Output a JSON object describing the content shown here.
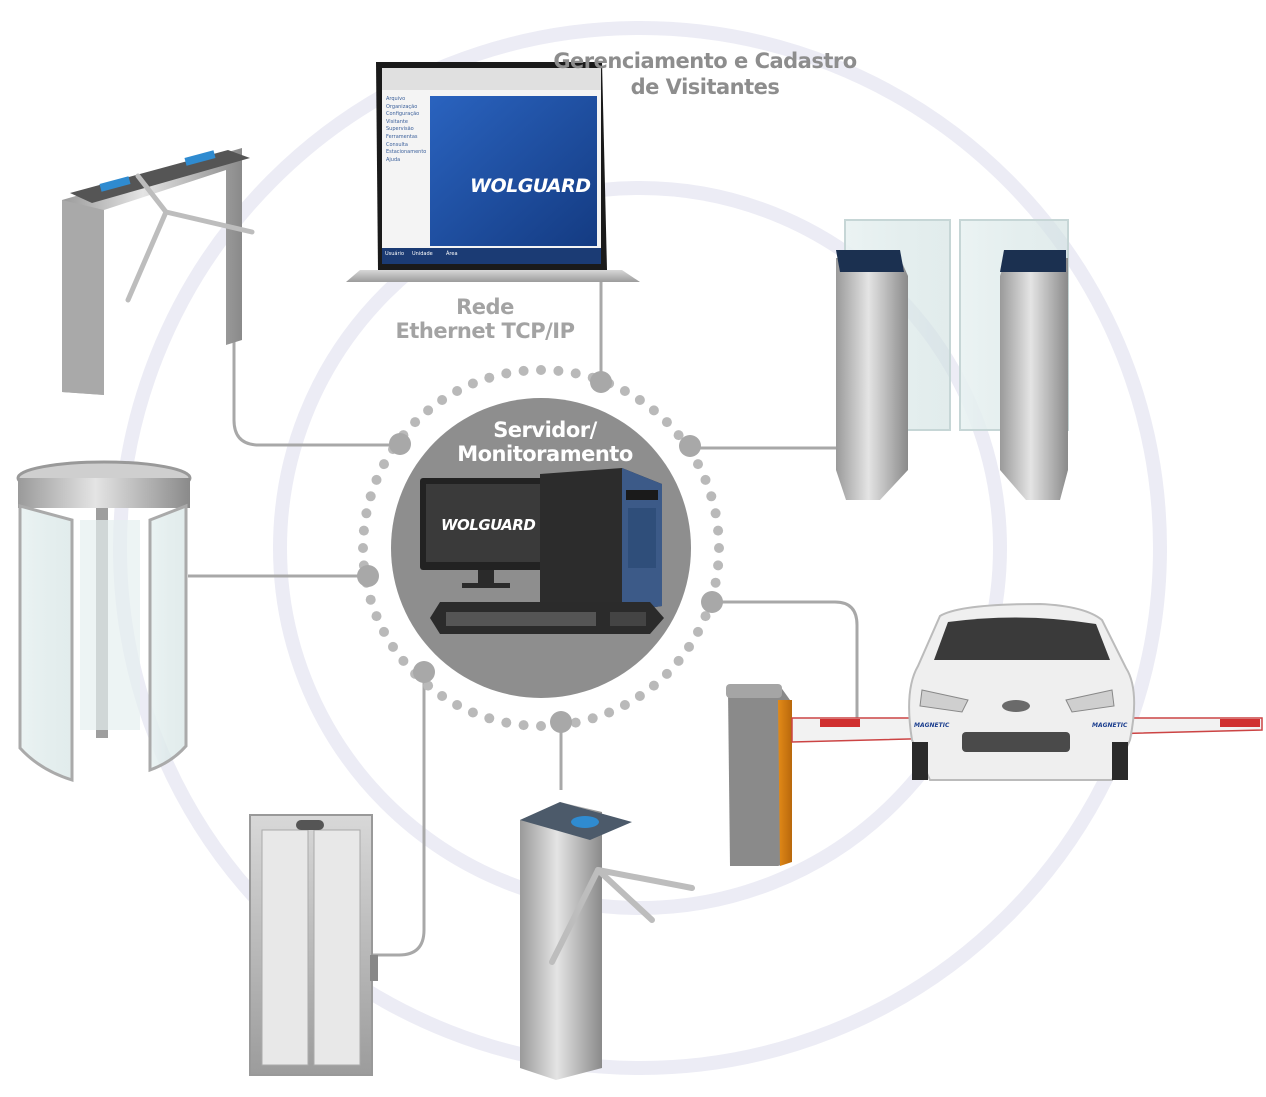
{
  "labels": {
    "management_line1": "Gerenciamento e Cadastro",
    "management_line2": "de Visitantes",
    "network_line1": "Rede",
    "network_line2": "Ethernet TCP/IP",
    "server_line1": "Servidor/",
    "server_line2": "Monitoramento"
  },
  "brand": {
    "laptop_logo": "WOLGUARD",
    "server_logo": "WOLGUARD"
  },
  "software": {
    "menu_items": [
      "Arquivo",
      "Organização",
      "Configuração",
      "Visitante",
      "Supervisão",
      "Ferramentas",
      "Consulta",
      "Estacionamento",
      "Ajuda"
    ],
    "status_user": "Usuário",
    "status_unit": "Unidade",
    "status_area": "Área"
  },
  "barrier": {
    "arm_label_1": "MAGNETIC",
    "arm_label_2": "MAGNETIC"
  },
  "colors": {
    "ring": "#ececf5",
    "server_circle": "#8e8e8e",
    "connector": "#a8a8a8",
    "dots": "#b9b9b9",
    "screen_blue": "#1e4fa4"
  }
}
